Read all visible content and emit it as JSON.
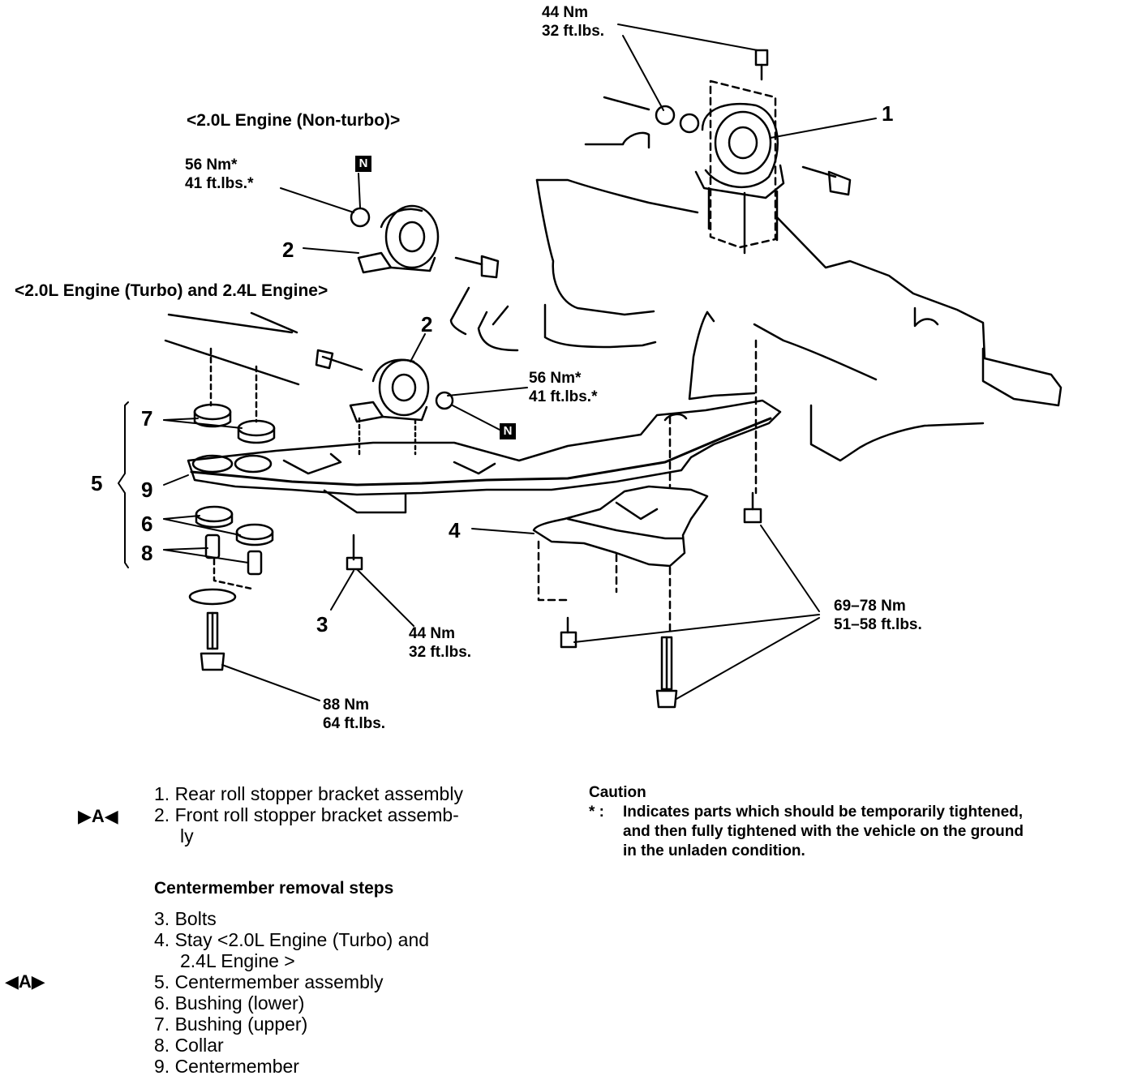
{
  "diagram": {
    "engine_label_nonturbo": "<2.0L Engine (Non-turbo)>",
    "engine_label_turbo": "<2.0L Engine (Turbo) and 2.4L Engine>",
    "callouts": [
      "1",
      "2",
      "2",
      "3",
      "4",
      "5",
      "6",
      "7",
      "8",
      "9"
    ],
    "torque": {
      "t1": {
        "nm": "44 Nm",
        "ft": "32 ft.lbs."
      },
      "t2": {
        "nm": "56 Nm*",
        "ft": "41 ft.lbs.*"
      },
      "t3": {
        "nm": "56 Nm*",
        "ft": "41 ft.lbs.*"
      },
      "t4": {
        "nm": "44 Nm",
        "ft": "32 ft.lbs."
      },
      "t5": {
        "nm": "69–78 Nm",
        "ft": "51–58 ft.lbs."
      },
      "t6": {
        "nm": "88 Nm",
        "ft": "64 ft.lbs."
      }
    },
    "n_marker": "N"
  },
  "legend": {
    "marker_a_right": "▶A◀",
    "marker_a_left": "◀A▶",
    "items_top": [
      "1. Rear roll stopper bracket assembly",
      "2. Front roll stopper bracket assemb-",
      "ly"
    ],
    "heading": "Centermember removal steps",
    "items_steps": [
      "3. Bolts",
      "4. Stay <2.0L Engine (Turbo) and",
      "2.4L Engine >",
      "5. Centermember assembly",
      "6. Bushing (lower)",
      "7. Bushing (upper)",
      "8. Collar",
      "9. Centermember"
    ]
  },
  "caution": {
    "title": "Caution",
    "symbol": "* :",
    "lines": [
      "Indicates parts which should be temporarily tightened,",
      "and then fully tightened with the vehicle on the ground",
      "in the unladen condition."
    ]
  }
}
